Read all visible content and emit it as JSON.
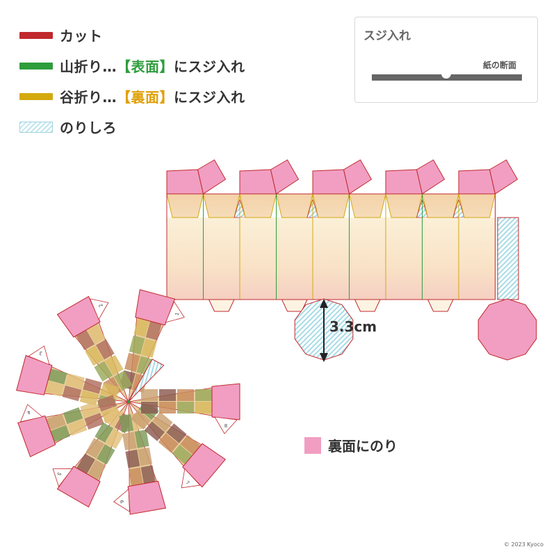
{
  "legend": {
    "cut": {
      "label": "カット",
      "color": "#c0282d"
    },
    "mountain": {
      "prefix": "山折り…",
      "bracket": "【表面】",
      "suffix": "にスジ入れ",
      "color": "#2e9d3c"
    },
    "valley": {
      "prefix": "谷折り…",
      "bracket": "【裏面】",
      "suffix": "にスジ入れ",
      "color": "#d4a90f"
    },
    "glue_tab": {
      "label": "のりしろ"
    }
  },
  "suji_panel": {
    "title": "スジ入れ",
    "paper_section": "紙の断面"
  },
  "dimension": {
    "label": "3.3cm"
  },
  "glue_legend": {
    "label": "裏面にのり",
    "color": "#f19ec2"
  },
  "petal_numbers": [
    "1",
    "2",
    "3",
    "4",
    "5",
    "6",
    "7",
    "8"
  ],
  "copyright": "© 2023 Kyoco"
}
